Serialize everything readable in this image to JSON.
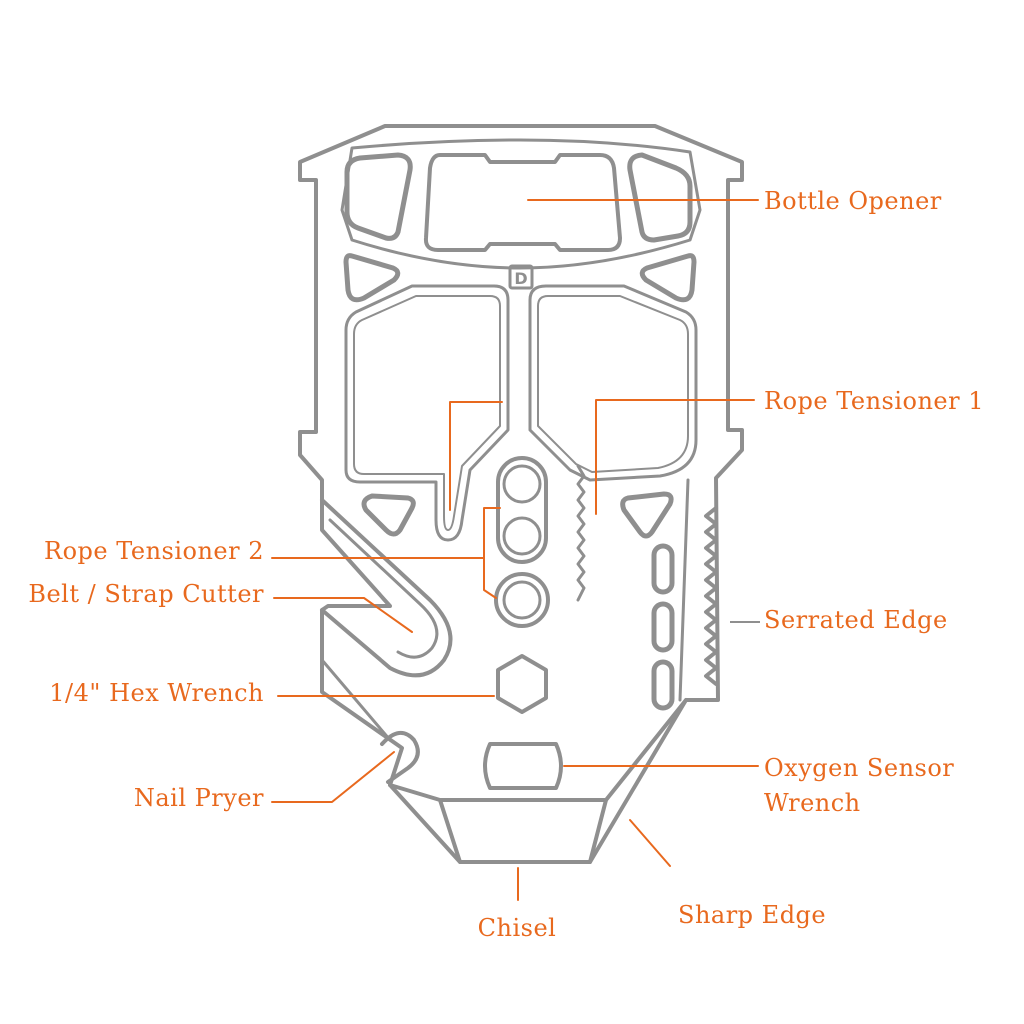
{
  "colors": {
    "label": "#E8691E",
    "outline": "#8F8F8F"
  },
  "logo_letter": "D",
  "labels": {
    "bottle_opener": "Bottle Opener",
    "rope_tensioner_1": "Rope Tensioner 1",
    "rope_tensioner_2": "Rope Tensioner 2",
    "belt_strap_cutter": "Belt / Strap Cutter",
    "serrated_edge": "Serrated Edge",
    "hex_wrench": "1/4\" Hex Wrench",
    "oxygen_sensor_line1": "Oxygen Sensor",
    "oxygen_sensor_line2": "Wrench",
    "nail_pryer": "Nail Pryer",
    "chisel": "Chisel",
    "sharp_edge": "Sharp Edge"
  }
}
